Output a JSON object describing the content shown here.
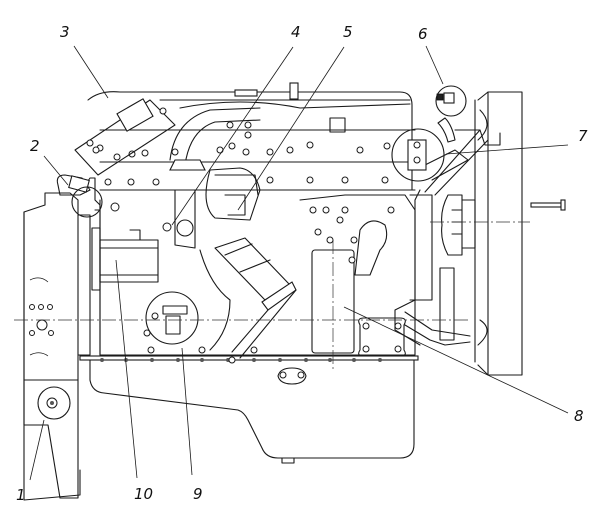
{
  "figure": {
    "subject": "Engine side view, technical line drawing",
    "callouts": [
      {
        "id": "1",
        "label": "1"
      },
      {
        "id": "2",
        "label": "2"
      },
      {
        "id": "3",
        "label": "3"
      },
      {
        "id": "4",
        "label": "4"
      },
      {
        "id": "5",
        "label": "5"
      },
      {
        "id": "6",
        "label": "6"
      },
      {
        "id": "7",
        "label": "7"
      },
      {
        "id": "8",
        "label": "8"
      },
      {
        "id": "9",
        "label": "9"
      },
      {
        "id": "10",
        "label": "10"
      }
    ]
  }
}
